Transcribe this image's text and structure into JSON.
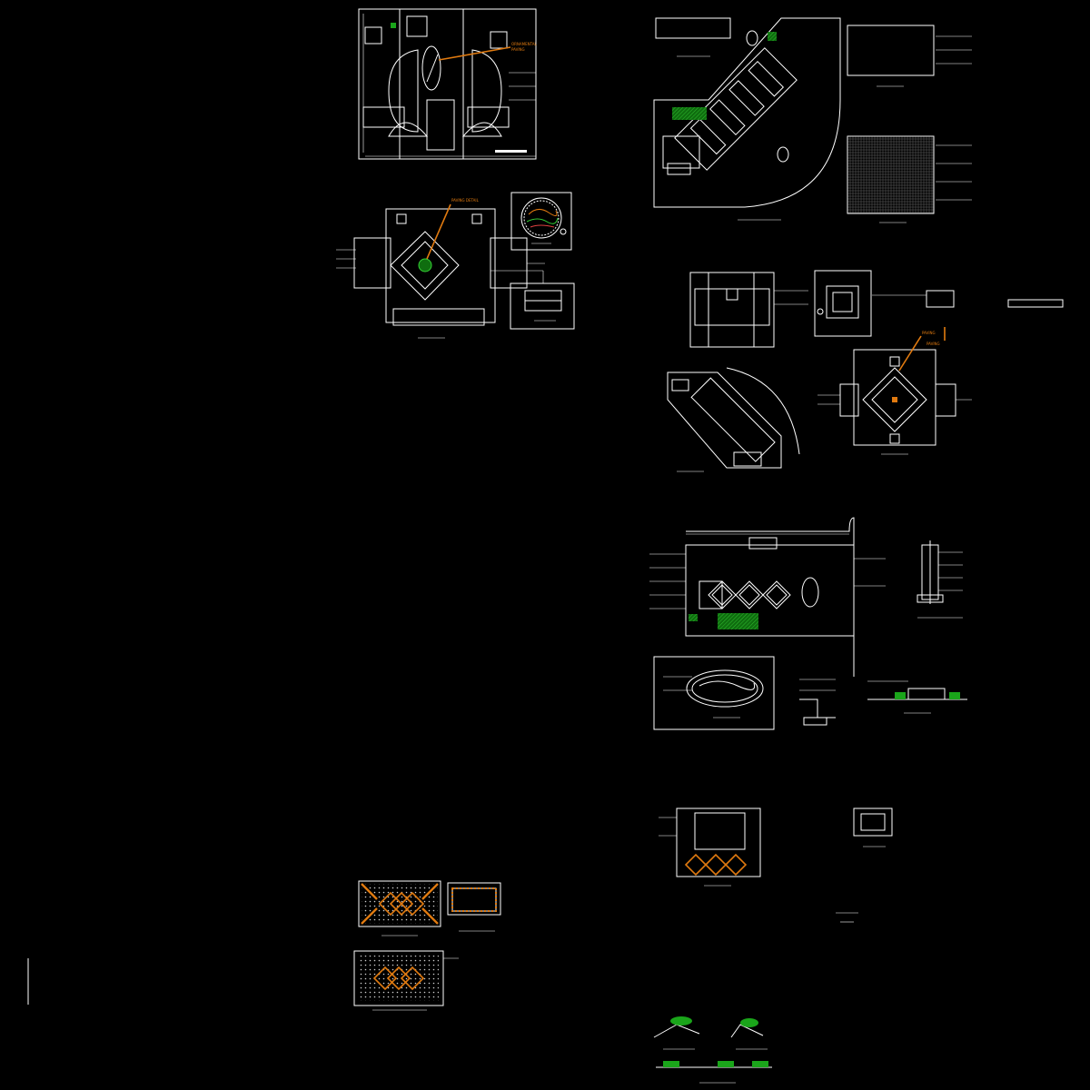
{
  "colors": {
    "background": "#000000",
    "linework": "#ffffff",
    "annotation": "#e07a10",
    "planting": "#1aa51a"
  },
  "sheet": {
    "scale_bar_icon": "vertical-scale-bar",
    "drawings": [
      "entrance-plaza-plan",
      "cross-plaza-plan",
      "round-planter-detail",
      "bench-detail",
      "diagonal-walk-plan",
      "paving-pattern-a",
      "paving-pattern-b",
      "small-plaza-plan",
      "square-detail",
      "diagonal-section-plan",
      "diamond-plaza-plan",
      "promenade-plan",
      "wall-section",
      "oval-feature-detail",
      "planter-section",
      "edge-section",
      "diamond-panel-plan",
      "small-detail",
      "orange-diamond-paving-1",
      "orange-paving-strip",
      "orange-diamond-paving-2",
      "planting-sections"
    ]
  }
}
